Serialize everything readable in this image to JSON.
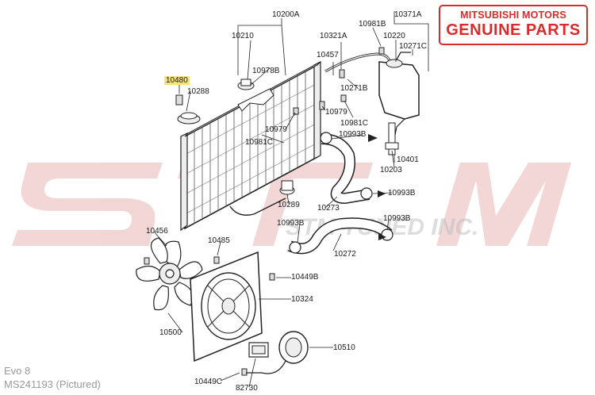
{
  "brand_badge": {
    "line1": "MITSUBISHI MOTORS",
    "line2": "GENUINE PARTS",
    "color": "#d92b2b"
  },
  "watermark": {
    "logo_text": "STM",
    "tagline": "STM TUNED INC."
  },
  "highlight_color": "#f7e27a",
  "part_labels": {
    "p10200A": "10200A",
    "p10210": "10210",
    "p10321A": "10321A",
    "p10981B": "10981B",
    "p10371A": "10371A",
    "p10220": "10220",
    "p10271C": "10271C",
    "p10457": "10457",
    "p10978B": "10978B",
    "p10480": "10480",
    "p10288": "10288",
    "p10271B": "10271B",
    "p10979a": "10979",
    "p10979b": "10979",
    "p10981Ca": "10981C",
    "p10981Cb": "10981C",
    "p10993Ba": "10993B",
    "p10993Bb": "10993B",
    "p10993Bc": "10993B",
    "p10993Bd": "10993B",
    "p10401": "10401",
    "p10203": "10203",
    "p10289": "10289",
    "p10273": "10273",
    "p10272": "10272",
    "p10456": "10456",
    "p10485": "10485",
    "p10449B": "10449B",
    "p10324": "10324",
    "p10500": "10500",
    "p10510": "10510",
    "p10449C": "10449C",
    "p82730": "82730"
  },
  "footer": {
    "model": "Evo 8",
    "part_number": "MS241193  (Pictured)"
  }
}
